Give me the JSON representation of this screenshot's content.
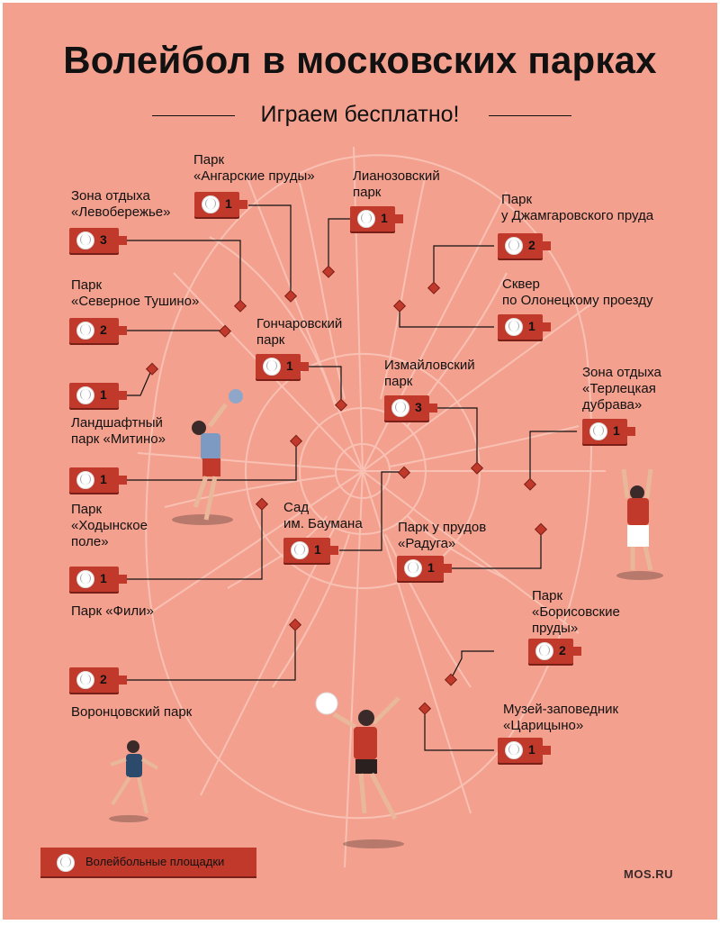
{
  "header": {
    "title": "Волейбол в московских парках",
    "subtitle": "Играем бесплатно!"
  },
  "parks": [
    {
      "name": "Парк «Ангарские пруды»",
      "label_lines": [
        "Парк",
        "«Ангарские пруды»"
      ],
      "courts": "1"
    },
    {
      "name": "Лианозовский парк",
      "label_lines": [
        "Лианозовский",
        "парк"
      ],
      "courts": "1"
    },
    {
      "name": "Зона отдыха «Левобережье»",
      "label_lines": [
        "Зона отдыха",
        "«Левобережье»"
      ],
      "courts": "3"
    },
    {
      "name": "Парк у Джамгаровского пруда",
      "label_lines": [
        "Парк",
        "у Джамгаровского пруда"
      ],
      "courts": "2"
    },
    {
      "name": "Парк «Северное Тушино»",
      "label_lines": [
        "Парк",
        "«Северное Тушино»"
      ],
      "courts": "2"
    },
    {
      "name": "Сквер по Олонецкому проезду",
      "label_lines": [
        "Сквер",
        "по Олонецкому проезду"
      ],
      "courts": "1"
    },
    {
      "name": "Гончаровский парк",
      "label_lines": [
        "Гончаровский",
        "парк"
      ],
      "courts": "1"
    },
    {
      "name": "Ландшафтный парк «Митино»",
      "label_lines": [
        "Ландшафтный",
        "парк «Митино»"
      ],
      "courts": "1"
    },
    {
      "name": "Измайловский парк",
      "label_lines": [
        "Измайловский",
        "парк"
      ],
      "courts": "3"
    },
    {
      "name": "Зона отдыха «Терлецкая дубрава»",
      "label_lines": [
        "Зона отдыха",
        "«Терлецкая",
        "дубрава»"
      ],
      "courts": "1"
    },
    {
      "name": "Парк «Ходынское поле»",
      "label_lines": [
        "Парк",
        "«Ходынское",
        "поле»"
      ],
      "courts": "1"
    },
    {
      "name": "Сад им. Баумана",
      "label_lines": [
        "Сад",
        "им. Баумана"
      ],
      "courts": "1"
    },
    {
      "name": "Парк у прудов «Радуга»",
      "label_lines": [
        "Парк у прудов",
        "«Радуга»"
      ],
      "courts": "1"
    },
    {
      "name": "Парк «Фили»",
      "label_lines": [
        "Парк «Фили»"
      ],
      "courts": "1"
    },
    {
      "name": "Парк «Борисовские пруды»",
      "label_lines": [
        "Парк",
        "«Борисовские",
        "пруды»"
      ],
      "courts": "2"
    },
    {
      "name": "Воронцовский парк",
      "label_lines": [
        "Воронцовский парк"
      ],
      "courts": "2"
    },
    {
      "name": "Музей-заповедник «Царицыно»",
      "label_lines": [
        "Музей-заповедник",
        "«Царицыно»"
      ],
      "courts": "1"
    }
  ],
  "legend": {
    "label": "Волейбольные площадки",
    "icon": "volleyball-icon"
  },
  "source": "MOS.RU",
  "colors": {
    "background": "#f4a08e",
    "badge": "#c0392b",
    "marker": "#c0392b",
    "text": "#111111",
    "map_lines": "#f9c5b8"
  }
}
